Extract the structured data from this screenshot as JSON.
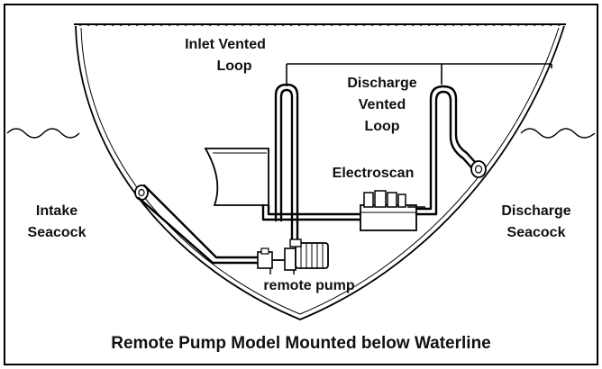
{
  "labels": {
    "inlet_vented_loop_line1": "Inlet Vented",
    "inlet_vented_loop_line2": "Loop",
    "discharge_vented_loop_line1": "Discharge",
    "discharge_vented_loop_line2": "Vented",
    "discharge_vented_loop_line3": "Loop",
    "electroscan": "Electroscan",
    "intake_seacock_line1": "Intake",
    "intake_seacock_line2": "Seacock",
    "discharge_seacock_line1": "Discharge",
    "discharge_seacock_line2": "Seacock",
    "remote_pump": "remote pump"
  },
  "caption": "Remote Pump Model Mounted below Waterline",
  "colors": {
    "line": "#000000",
    "background": "#ffffff",
    "text": "#111111"
  }
}
